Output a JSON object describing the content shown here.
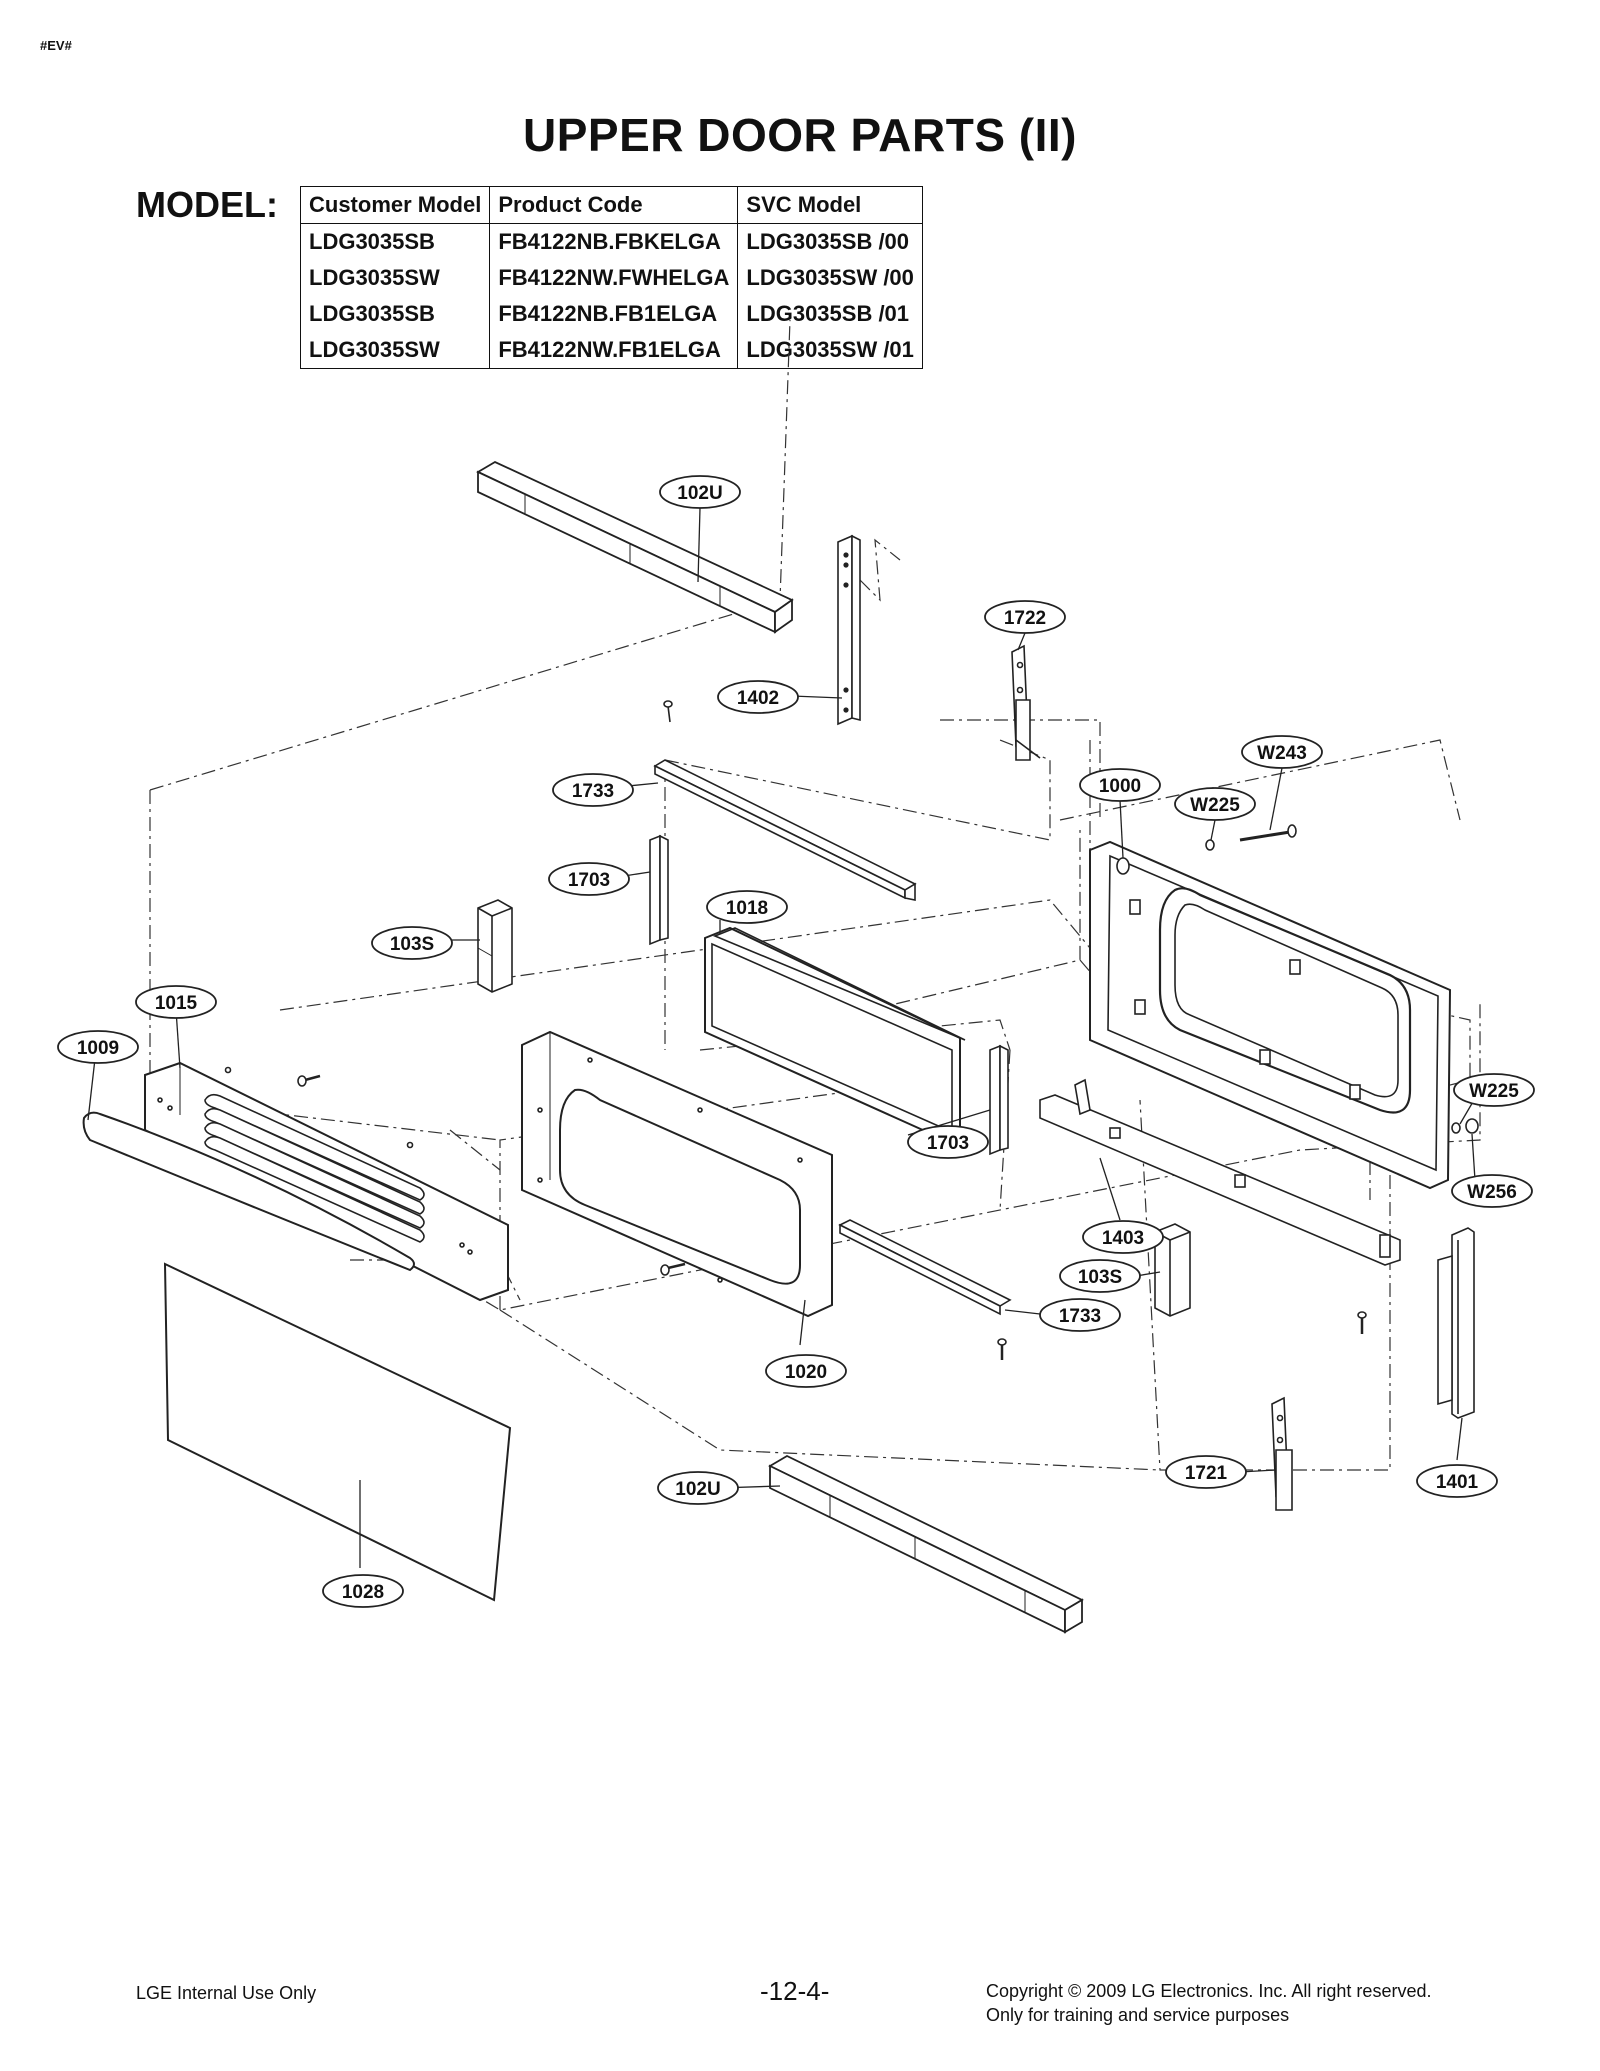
{
  "header": {
    "corner_tag": "#EV#",
    "title": "UPPER DOOR PARTS (II)",
    "model_label": "MODEL:"
  },
  "model_table": {
    "columns": [
      "Customer Model",
      "Product Code",
      "SVC Model"
    ],
    "rows": [
      [
        "LDG3035SB",
        "FB4122NB.FBKELGA",
        "LDG3035SB /00"
      ],
      [
        "LDG3035SW",
        "FB4122NW.FWHELGA",
        "LDG3035SW /00"
      ],
      [
        "LDG3035SB",
        "FB4122NB.FB1ELGA",
        "LDG3035SB /01"
      ],
      [
        "LDG3035SW",
        "FB4122NW.FB1ELGA",
        "LDG3035SW /01"
      ]
    ]
  },
  "callouts": [
    "102U",
    "1722",
    "1402",
    "W243",
    "1000",
    "W225",
    "1733",
    "1703",
    "1018",
    "103S",
    "1015",
    "1009",
    "W225",
    "1703",
    "W256",
    "1403",
    "103S",
    "1733",
    "1020",
    "1721",
    "1401",
    "102U",
    "1028"
  ],
  "footer": {
    "left": "LGE Internal Use Only",
    "center": "-12-4-",
    "right_line1": "Copyright © 2009 LG Electronics. Inc. All right reserved.",
    "right_line2": "Only for training and service purposes"
  }
}
